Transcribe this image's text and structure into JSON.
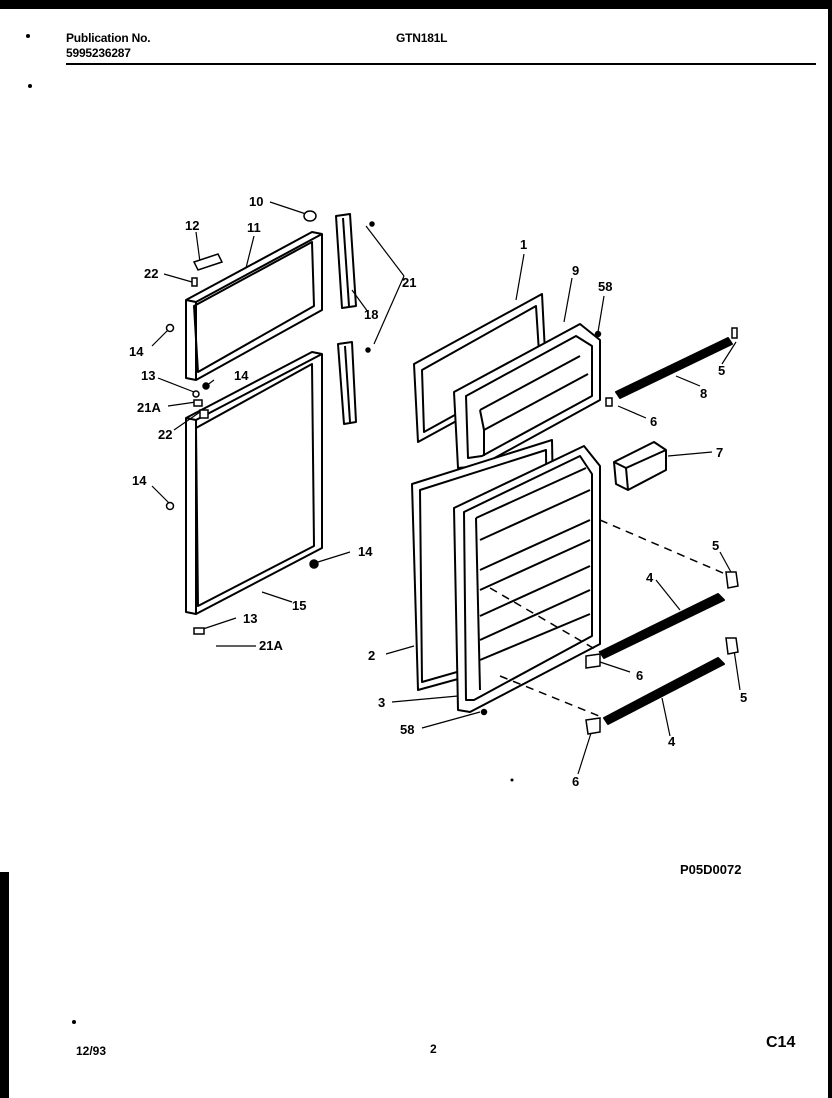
{
  "header": {
    "publication_label": "Publication No.",
    "publication_number": "5995236287",
    "model": "GTN181L"
  },
  "diagram": {
    "code": "P05D0072",
    "callouts": {
      "c1": "1",
      "c2": "2",
      "c3": "3",
      "c4a": "4",
      "c4b": "4",
      "c5a": "5",
      "c5b": "5",
      "c5c": "5",
      "c6a": "6",
      "c6b": "6",
      "c6c": "6",
      "c7": "7",
      "c8": "8",
      "c9": "9",
      "c10": "10",
      "c11": "11",
      "c12": "12",
      "c13a": "13",
      "c13b": "13",
      "c14a": "14",
      "c14b": "14",
      "c14c": "14",
      "c14d": "14",
      "c15": "15",
      "c18": "18",
      "c21": "21",
      "c21a1": "21A",
      "c21a2": "21A",
      "c22a": "22",
      "c22b": "22",
      "c58a": "58",
      "c58b": "58"
    }
  },
  "footer": {
    "date": "12/93",
    "page": "2",
    "section": "C14"
  }
}
